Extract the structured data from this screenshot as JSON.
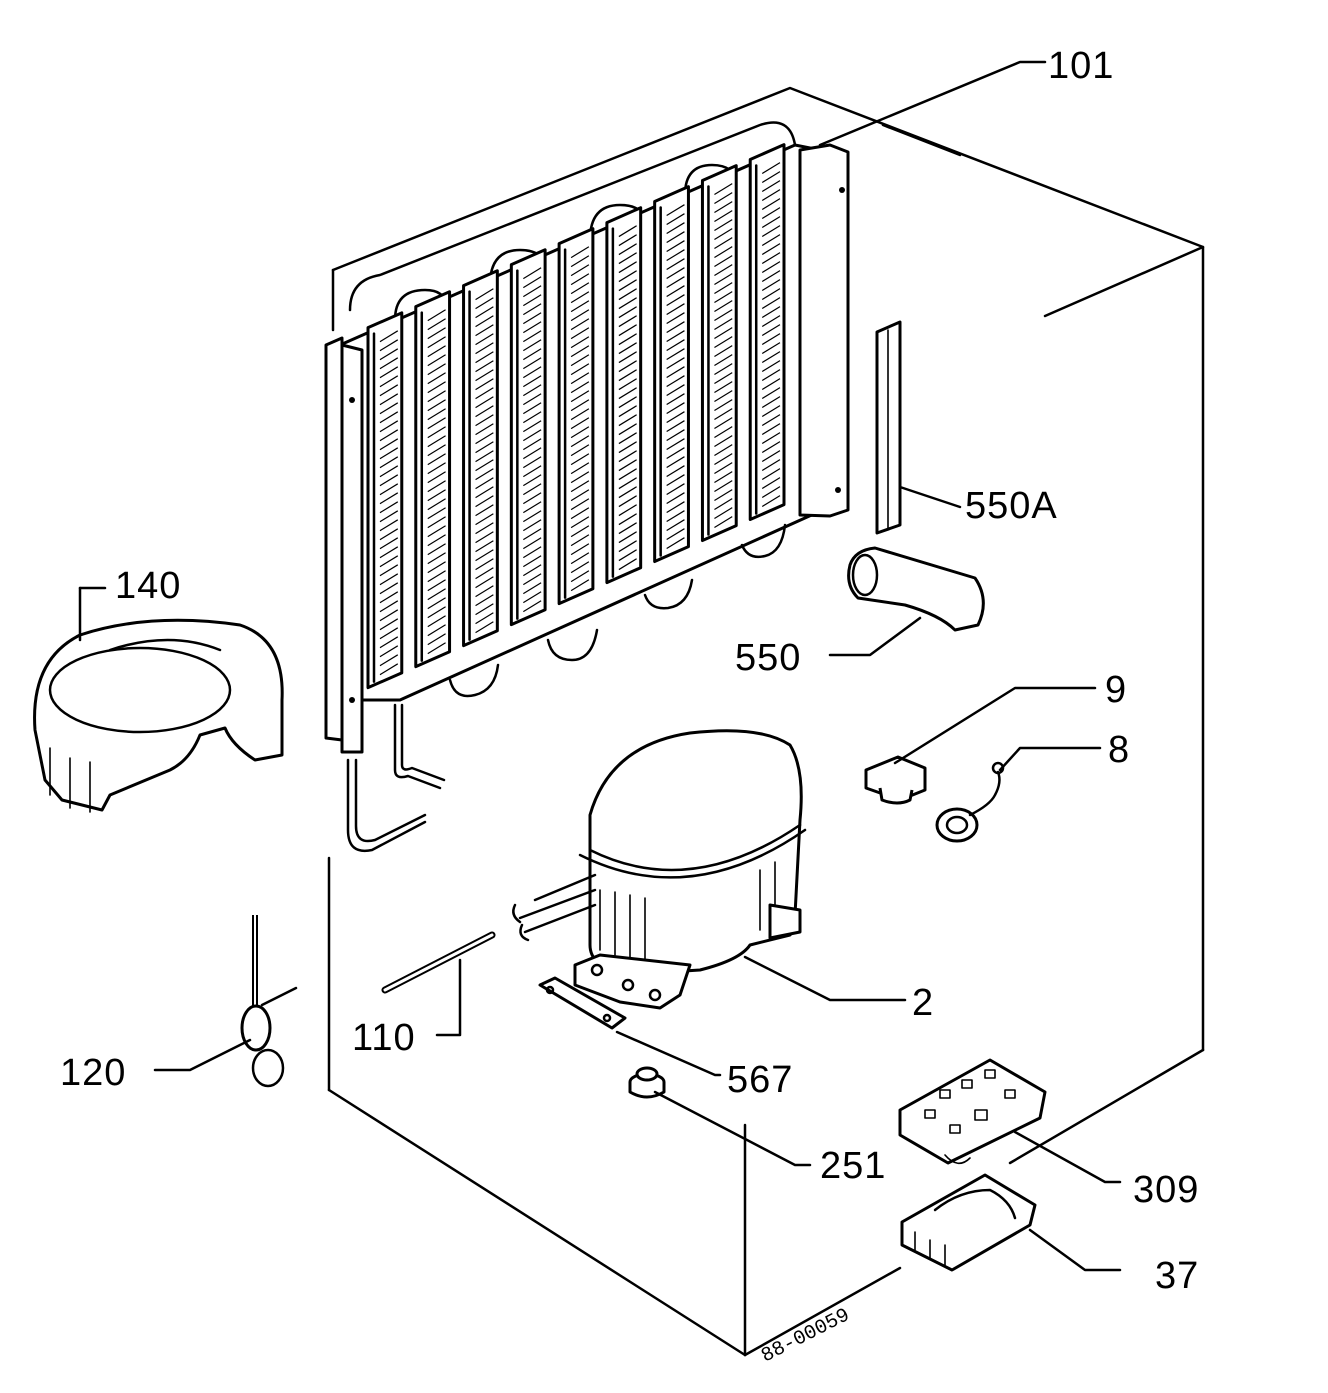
{
  "diagram": {
    "drawing_code": "88-00059",
    "labels": {
      "l101": "101",
      "l550a": "550A",
      "l140": "140",
      "l550": "550",
      "l9": "9",
      "l8": "8",
      "l2": "2",
      "l110": "110",
      "l120": "120",
      "l567": "567",
      "l251": "251",
      "l309": "309",
      "l37": "37"
    }
  }
}
